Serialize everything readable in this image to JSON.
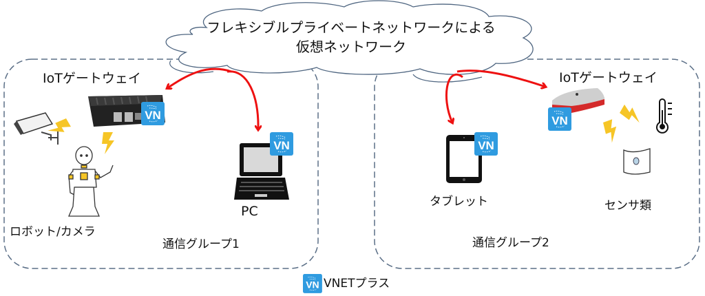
{
  "cloud": {
    "line1": "フレキシブルプライベートネットワークによる",
    "line2": "仮想ネットワーク"
  },
  "group1": {
    "title": "通信グループ1",
    "gateway_label": "IoTゲートウェイ",
    "devices": {
      "robot_camera": "ロボット/カメラ",
      "pc": "PC"
    }
  },
  "group2": {
    "title": "通信グループ2",
    "gateway_label": "IoTゲートウェイ",
    "devices": {
      "tablet": "タブレット",
      "sensors": "センサ類"
    }
  },
  "badge": {
    "text": "VN"
  },
  "legend": {
    "label": "VNETプラス"
  },
  "colors": {
    "vn_badge": "#2f9be0",
    "arrow": "#ee1111",
    "lightning": "#f6c526",
    "group_border": "#5a6e86",
    "cloud_stroke": "#4e6580"
  }
}
